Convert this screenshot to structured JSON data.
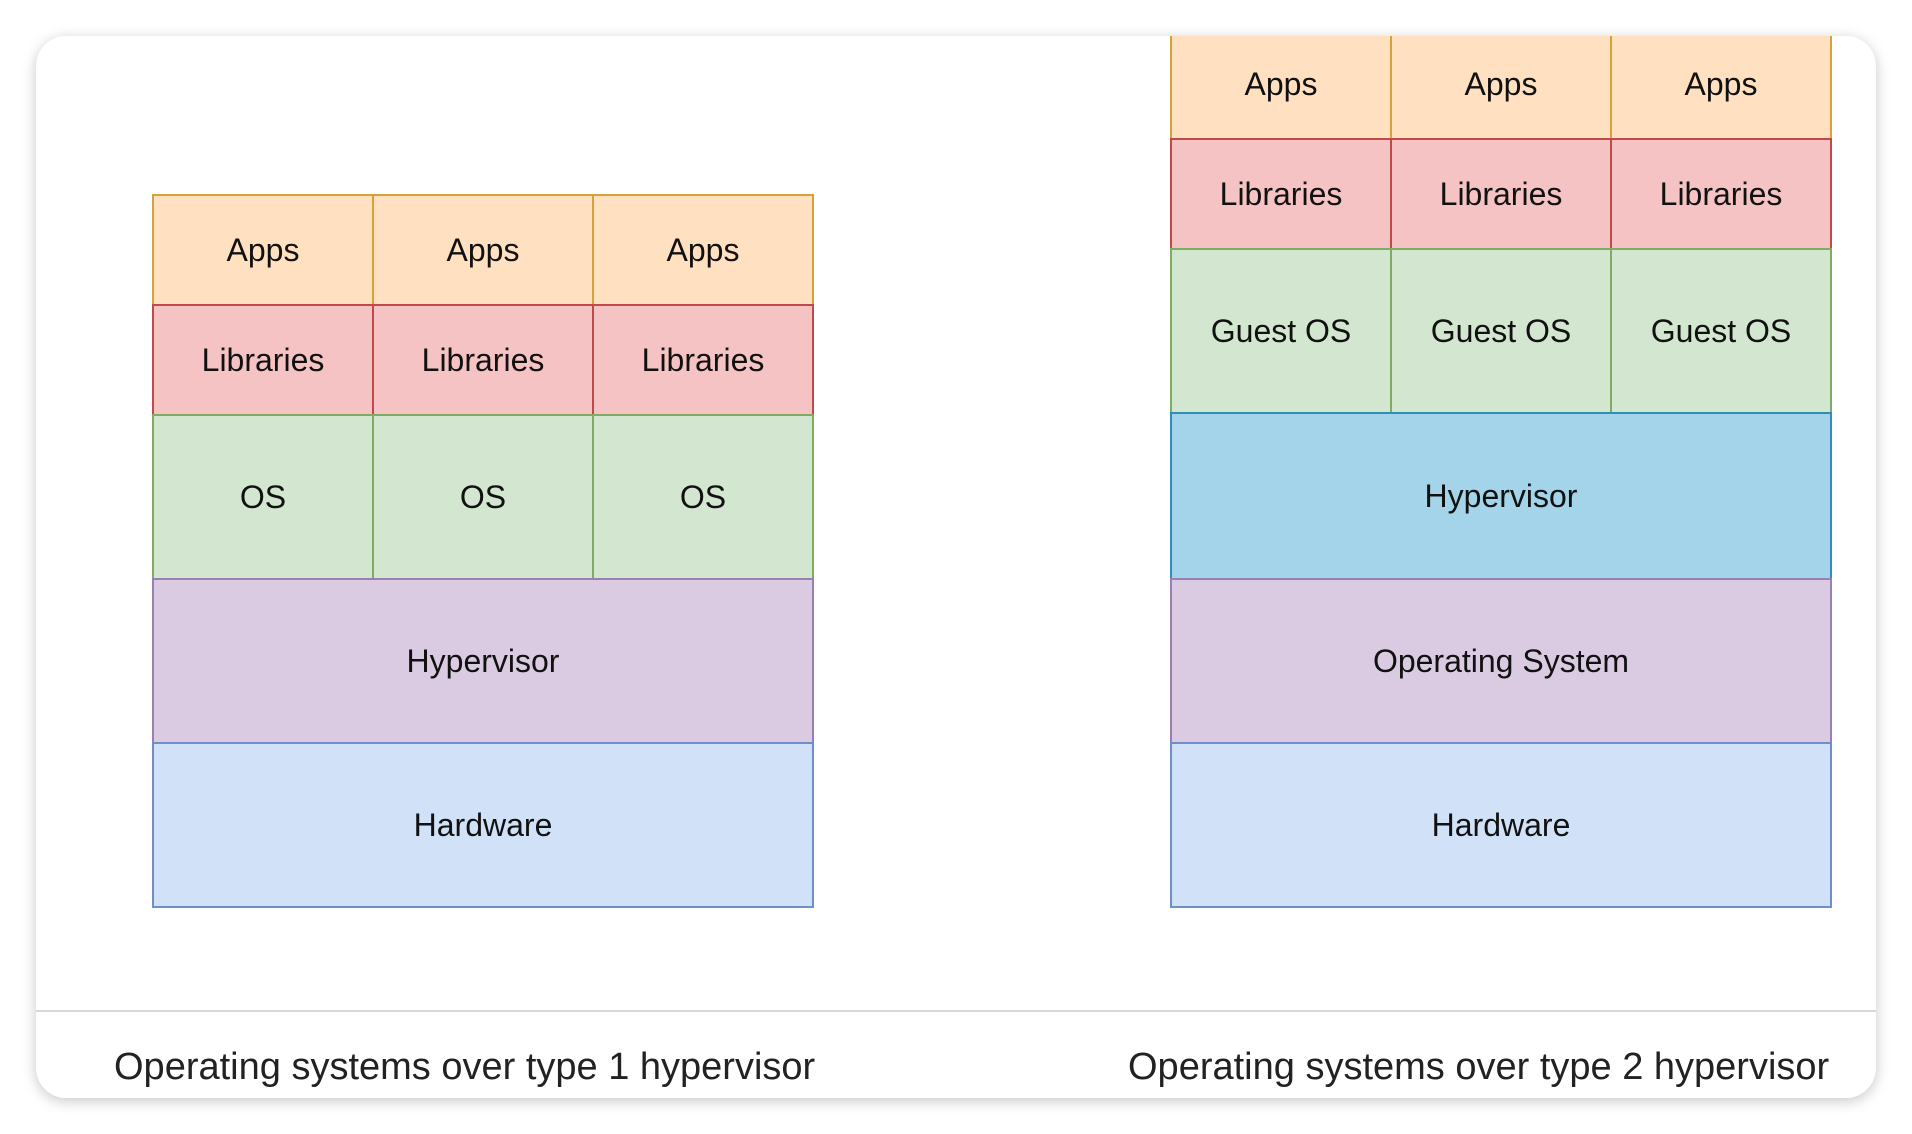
{
  "type1": {
    "apps": [
      "Apps",
      "Apps",
      "Apps"
    ],
    "libraries": [
      "Libraries",
      "Libraries",
      "Libraries"
    ],
    "os": [
      "OS",
      "OS",
      "OS"
    ],
    "hypervisor": "Hypervisor",
    "hardware": "Hardware",
    "caption": "Operating systems over type 1 hypervisor"
  },
  "type2": {
    "apps": [
      "Apps",
      "Apps",
      "Apps"
    ],
    "libraries": [
      "Libraries",
      "Libraries",
      "Libraries"
    ],
    "guest_os": [
      "Guest OS",
      "Guest OS",
      "Guest OS"
    ],
    "hypervisor": "Hypervisor",
    "operating_system": "Operating System",
    "hardware": "Hardware",
    "caption": "Operating systems over type 2 hypervisor"
  },
  "colors": {
    "apps": "#ffe0c0",
    "libraries": "#f5c3c3",
    "os": "#d3e6cf",
    "hypervisor_type1": "#dacbe3",
    "hypervisor_type2": "#a3d4ea",
    "operating_system": "#dacbe3",
    "hardware": "#d1e1f7"
  }
}
